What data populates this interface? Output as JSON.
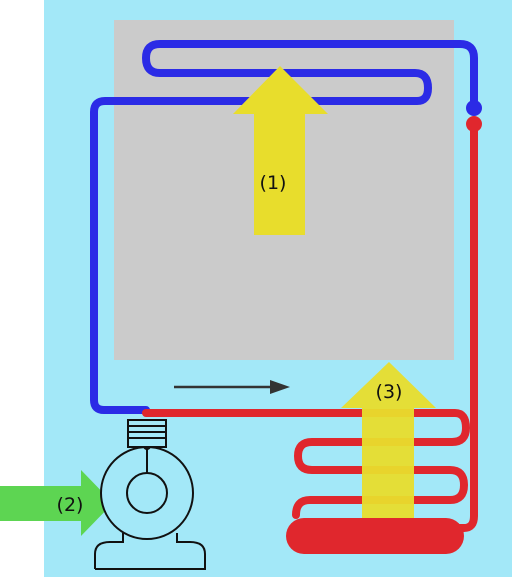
{
  "colors": {
    "background": "#ffffff",
    "enclosure": "#a3e8f8",
    "cold_compartment": "#cbcbcb",
    "low_pressure_line": "#2b2be6",
    "high_pressure_line": "#e0272d",
    "heat_arrow": "#e8dd2c",
    "work_arrow": "#5dd552",
    "compressor_outline": "#111111",
    "flow_arrow": "#333333"
  },
  "labels": {
    "heat_absorbed": "(1)",
    "work_input": "(2)",
    "heat_rejected": "(3)"
  },
  "icons": {
    "compressor": "compressor-icon",
    "flow_direction": "arrow-right-icon"
  }
}
